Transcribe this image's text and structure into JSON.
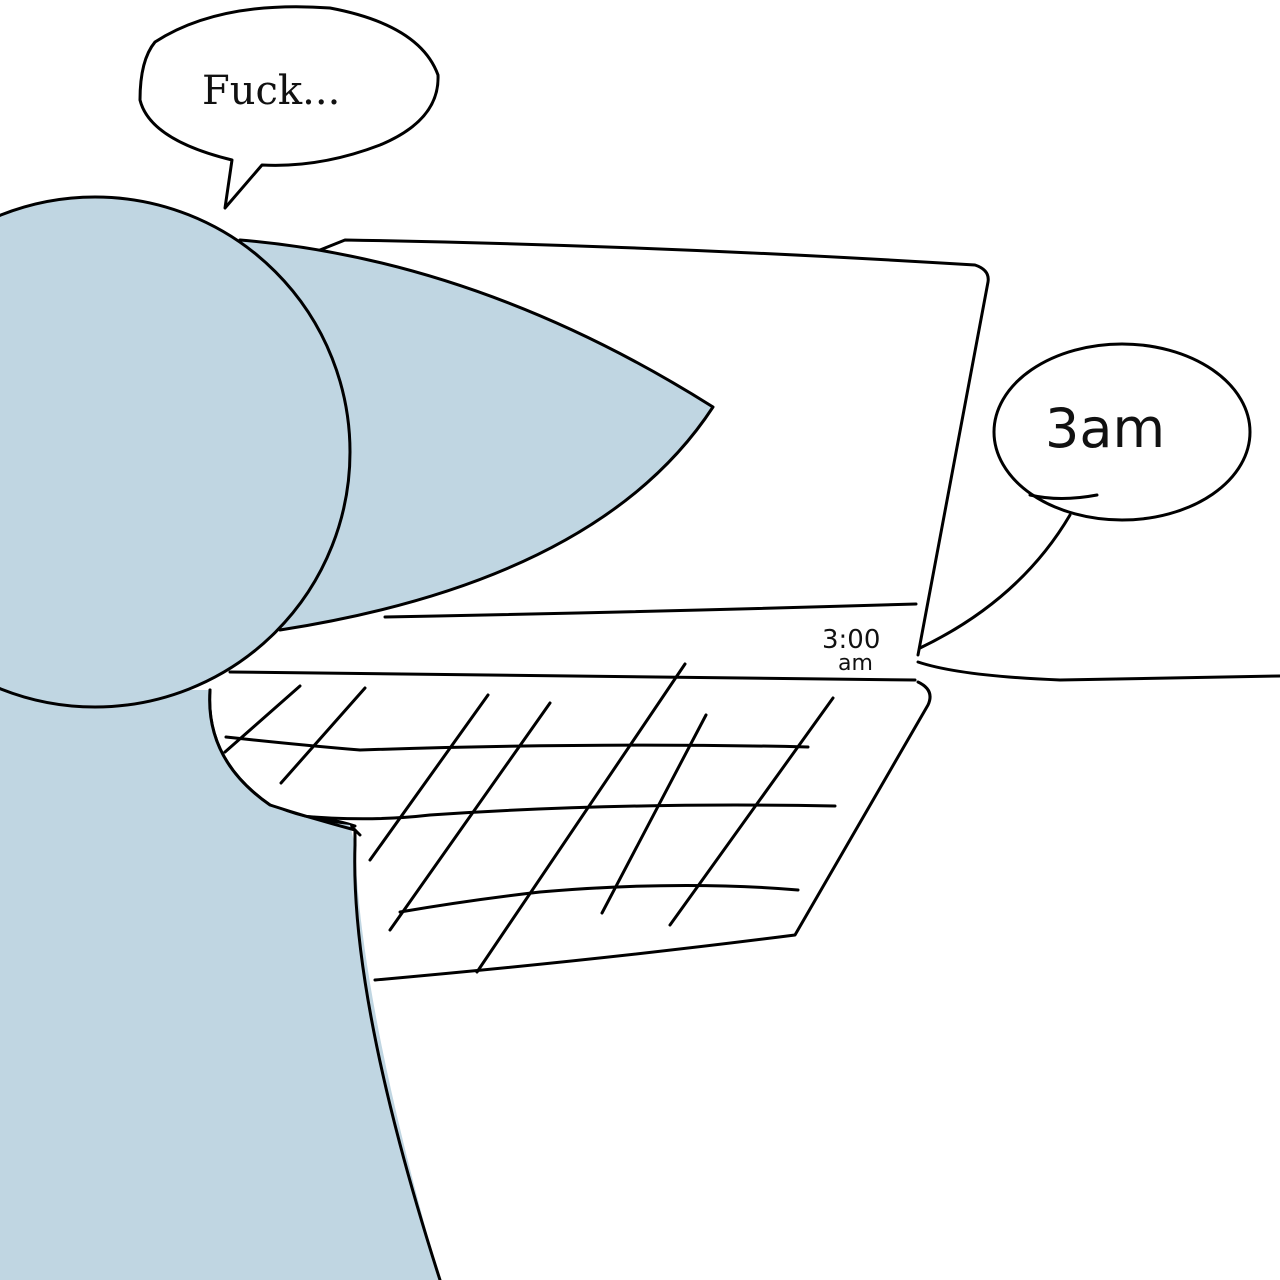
{
  "speech_bubble": {
    "text": "Fuck..."
  },
  "time_bubble": {
    "text": "3am"
  },
  "laptop_clock": {
    "time": "3:00",
    "period": "am"
  },
  "colors": {
    "figure_fill": "#c0d6e2",
    "ink": "#000000",
    "background": "#ffffff"
  }
}
